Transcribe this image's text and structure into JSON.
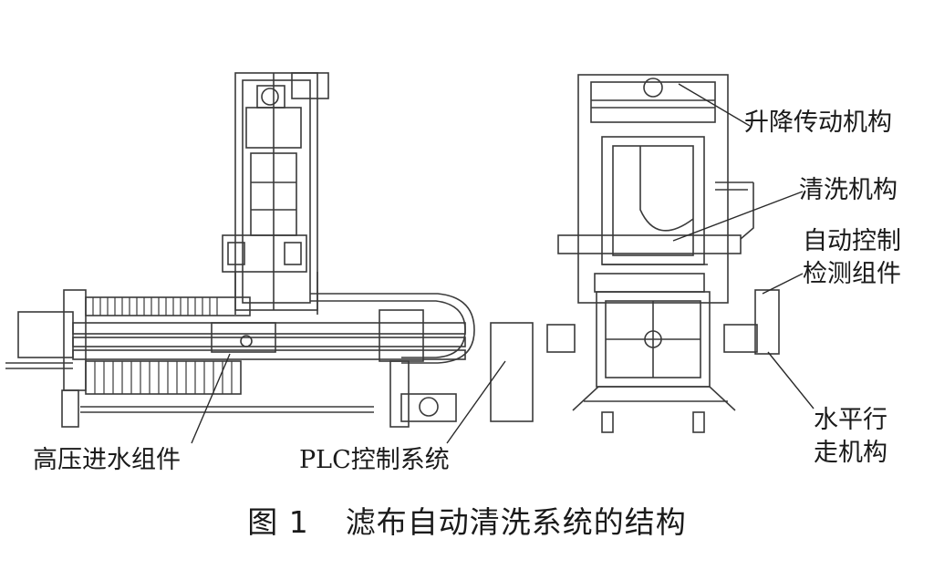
{
  "figure": {
    "caption_number": "图 1",
    "caption_title": "滤布自动清洗系统的结构"
  },
  "labels": {
    "lift_drive": "升降传动机构",
    "cleaning_mechanism": "清洗机构",
    "auto_control_line1": "自动控制",
    "auto_control_line2": "检测组件",
    "horizontal_travel_line1": "水平行",
    "horizontal_travel_line2": "走机构",
    "high_pressure_inlet": "高压进水组件",
    "plc_control": "PLC控制系统"
  },
  "colors": {
    "line": "#3a3a3a",
    "text": "#1a1a1a",
    "background": "#ffffff"
  }
}
